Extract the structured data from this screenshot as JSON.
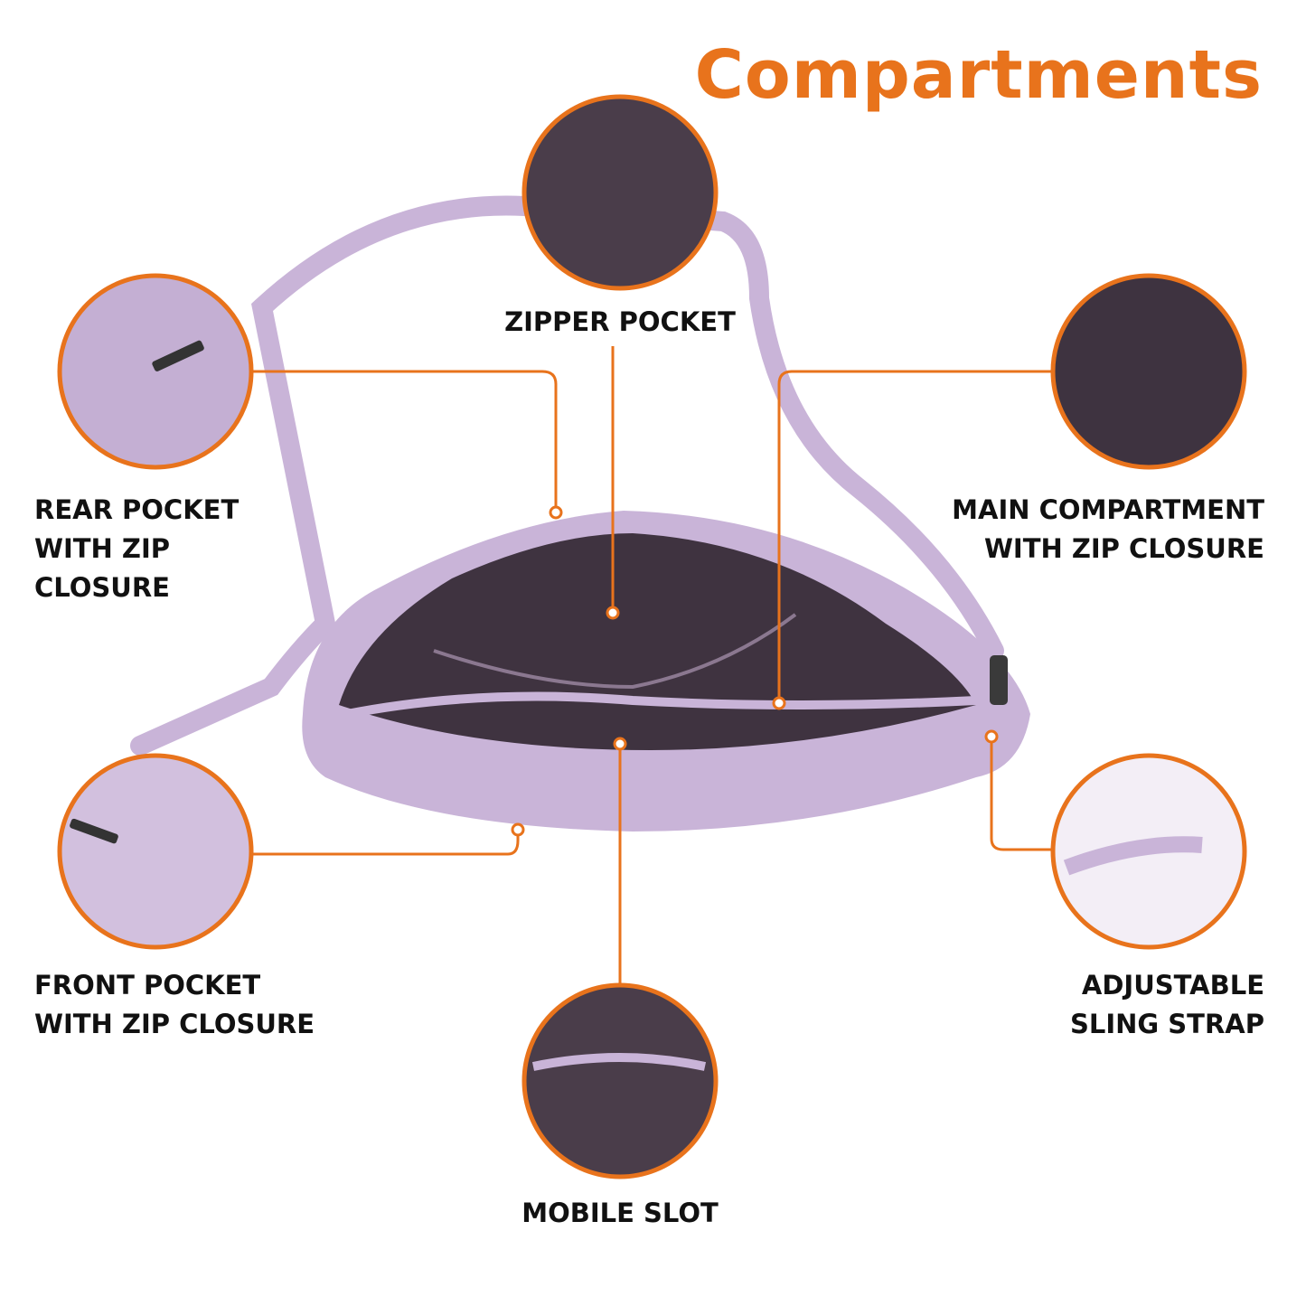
{
  "title": "Compartments",
  "accent_color": "#E8731C",
  "bag_color": "#C9B4D8",
  "callouts": {
    "zipper_pocket": "ZIPPER POCKET",
    "rear_pocket": "REAR POCKET\nWITH ZIP\nCLOSURE",
    "main_compartment": "MAIN COMPARTMENT\nWITH ZIP CLOSURE",
    "front_pocket": "FRONT POCKET\nWITH ZIP CLOSURE",
    "adjustable_strap": "ADJUSTABLE\nSLING STRAP",
    "mobile_slot": "MOBILE SLOT"
  }
}
